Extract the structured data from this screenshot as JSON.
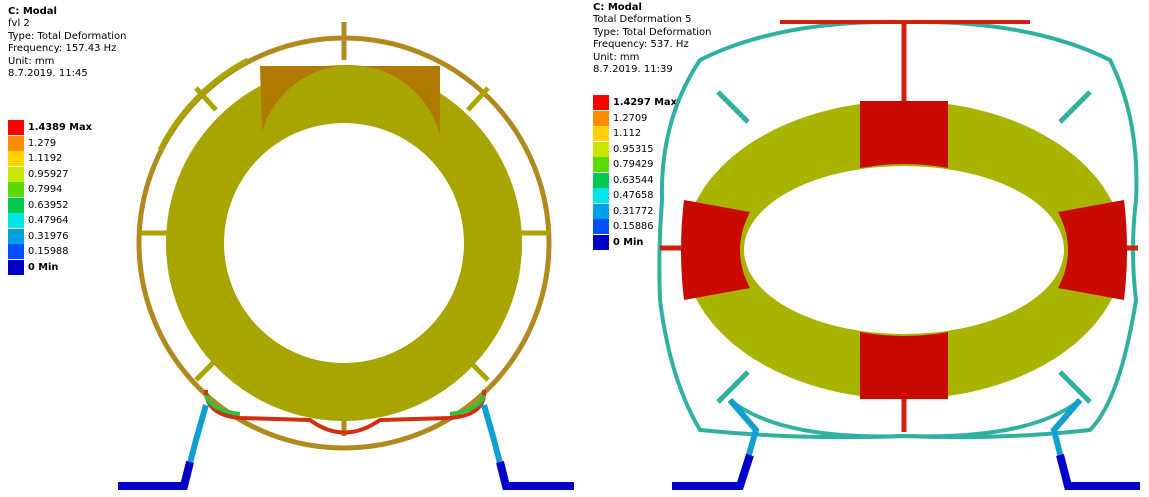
{
  "left": {
    "header": [
      "C: Modal",
      "fvl 2",
      "Type: Total Deformation",
      "Frequency: 157.43 Hz",
      "Unit: mm",
      "8.7.2019. 11:45"
    ],
    "legend": [
      {
        "label": "1.4389 Max",
        "color": "#ff0000",
        "bold": true
      },
      {
        "label": "1.279",
        "color": "#ff8c00",
        "bold": false
      },
      {
        "label": "1.1192",
        "color": "#ffd200",
        "bold": false
      },
      {
        "label": "0.95927",
        "color": "#c8e600",
        "bold": false
      },
      {
        "label": "0.7994",
        "color": "#5adc00",
        "bold": false
      },
      {
        "label": "0.63952",
        "color": "#00c850",
        "bold": false
      },
      {
        "label": "0.47964",
        "color": "#00e6e6",
        "bold": false
      },
      {
        "label": "0.31976",
        "color": "#00a0e6",
        "bold": false
      },
      {
        "label": "0.15988",
        "color": "#0050ff",
        "bold": false
      },
      {
        "label": "0 Min",
        "color": "#0000c8",
        "bold": true
      }
    ]
  },
  "right": {
    "header": [
      "C: Modal",
      "Total Deformation 5",
      "Type: Total Deformation",
      "Frequency: 537. Hz",
      "Unit: mm",
      "8.7.2019. 11:39"
    ],
    "legend": [
      {
        "label": "1.4297 Max",
        "color": "#ff0000",
        "bold": true
      },
      {
        "label": "1.2709",
        "color": "#ff8c00",
        "bold": false
      },
      {
        "label": "1.112",
        "color": "#ffd200",
        "bold": false
      },
      {
        "label": "0.95315",
        "color": "#c8e600",
        "bold": false
      },
      {
        "label": "0.79429",
        "color": "#5adc00",
        "bold": false
      },
      {
        "label": "0.63544",
        "color": "#00c850",
        "bold": false
      },
      {
        "label": "0.47658",
        "color": "#00e6e6",
        "bold": false
      },
      {
        "label": "0.31772",
        "color": "#00a0e6",
        "bold": false
      },
      {
        "label": "0.15886",
        "color": "#0050ff",
        "bold": false
      },
      {
        "label": "0 Min",
        "color": "#0000c8",
        "bold": true
      }
    ]
  }
}
